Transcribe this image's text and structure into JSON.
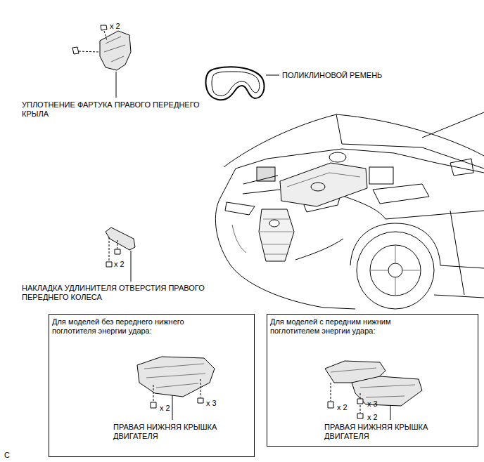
{
  "diagram": {
    "nodes": [
      {
        "text": [
          "Для моделей без переднего нижнего поглотителя энергии удара:",
          "x 2",
          "x 3",
          "ПРАВАЯ НИЖНЯЯ КРЫШКА ДВИГАТЕЛЯ"
        ]
      },
      {
        "text": [
          "Для моделей с передним нижним поглотителем энергии удара:",
          "x 2",
          "x 3",
          "x 2",
          "ПРАВАЯ НИЖНЯЯ КРЫШКА ДВИГАТЕЛЯ"
        ]
      }
    ],
    "labels": [
      "x 2",
      "УПЛОТНЕНИЕ ФАРТУКА ПРАВОГО ПЕРЕДНЕГО КРЫЛА",
      "ПОЛИКЛИНОВОЙ РЕМЕНЬ",
      "x 2",
      "НАКЛАДКА УДЛИНИТЕЛЯ ОТВЕРСТИЯ ПРАВОГО ПЕРЕДНЕГО КОЛЕСА",
      "C"
    ]
  }
}
